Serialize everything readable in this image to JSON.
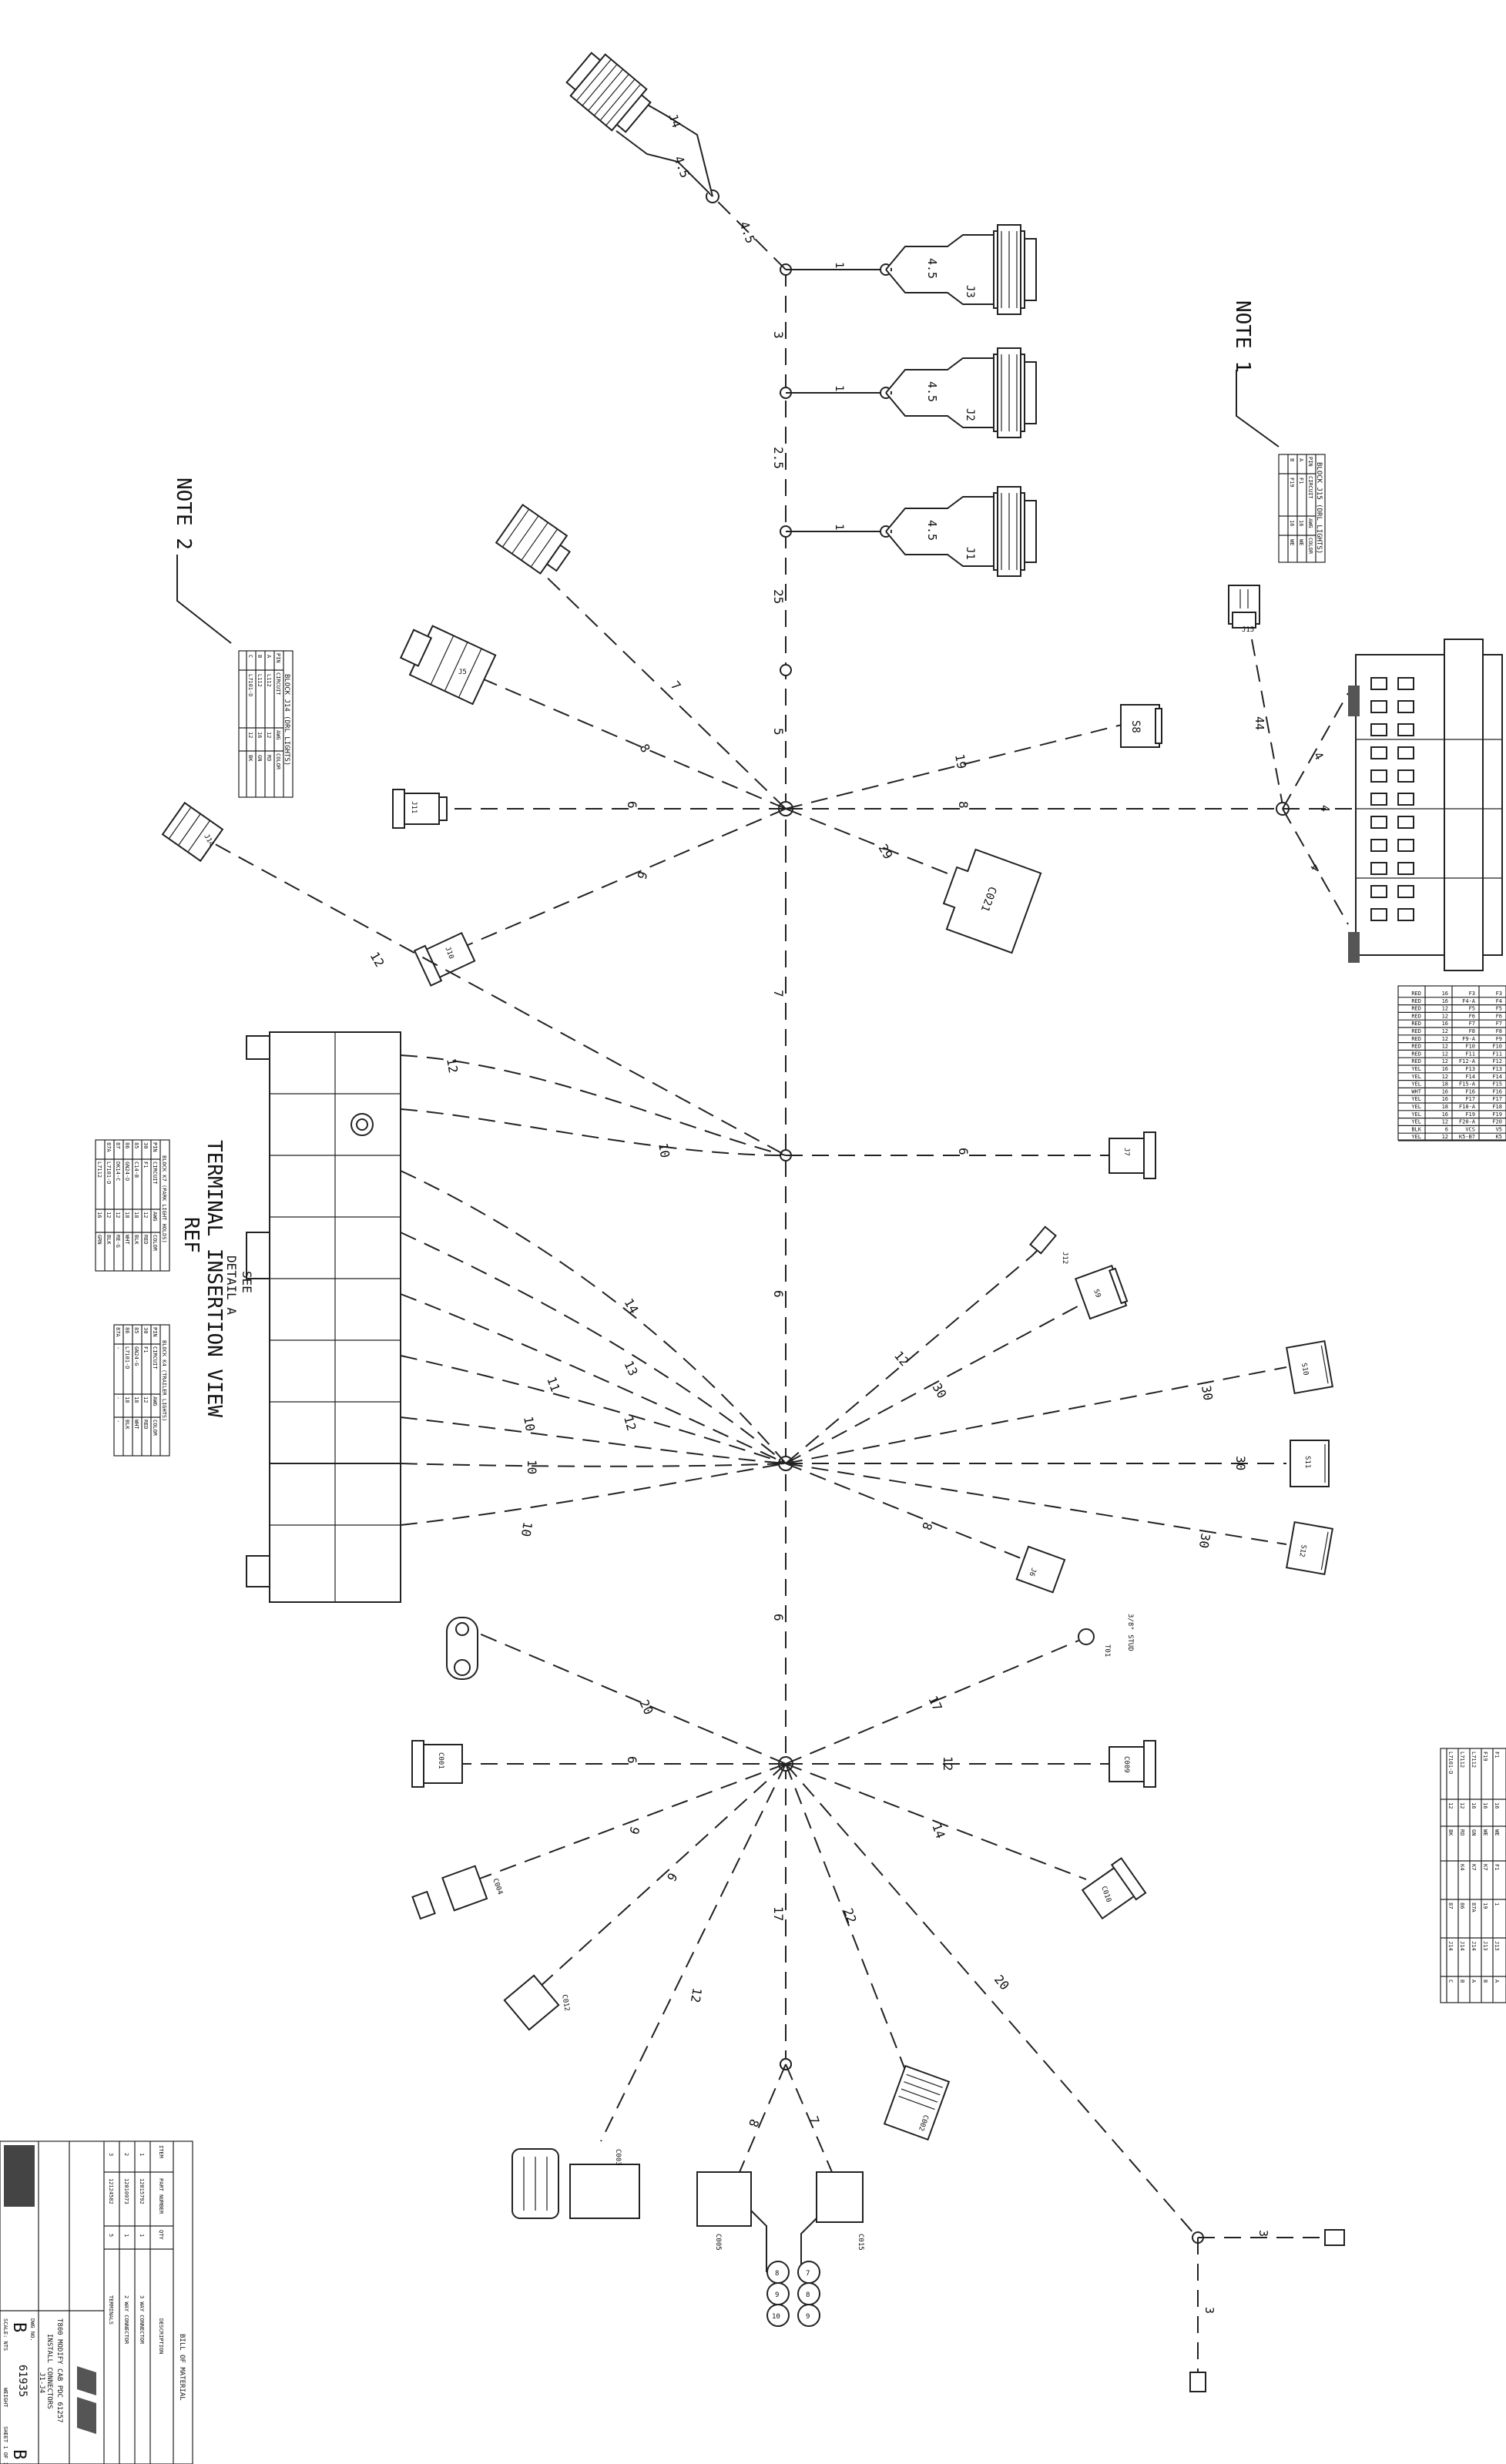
{
  "notes": {
    "note1": "NOTE 1",
    "note2": "NOTE 2"
  },
  "view_title": {
    "line1": "TERMINAL INSERTION VIEW",
    "line2": "REF",
    "detail1": "SEE",
    "detail2": "DETAIL A"
  },
  "connectors": {
    "j1": "J1",
    "j2": "J2",
    "j3": "J3",
    "j4": "J4",
    "j5": "J5",
    "j6": "J6",
    "j7": "J7",
    "j10": "J10",
    "j11": "J11",
    "j12": "J12",
    "j14": "J14",
    "j15": "J15",
    "s8": "S8",
    "s9": "S9",
    "s10": "S10",
    "s11": "S11",
    "s12": "S12",
    "c001": "C001",
    "c002": "C002",
    "c003": "C003",
    "c004": "C004",
    "c005": "C005",
    "c009": "C009",
    "c010": "C010",
    "c012": "C012",
    "c015": "C015",
    "c021": "C021",
    "t01": "T01",
    "stud": "3/8\" STUD"
  },
  "wire_lengths": {
    "w_j4": "4.5",
    "w_j4b": "4.5",
    "w_j3": "4.5",
    "w_j2": "4.5",
    "w_j1": "4.5",
    "w_seg_3": "3",
    "w_seg_25a": "2.5",
    "w_seg_25b": "25",
    "w_seg_5": "5",
    "w_seg_7": "7",
    "w_seg_6a": "6",
    "w_seg_6b": "6",
    "w_seg_17": "17",
    "w_j3_1": "1",
    "w_j2_1": "1",
    "w_j1_1": "1",
    "w_j5": "8",
    "w_j14": "7",
    "w_j11": "6",
    "w_j10": "6",
    "w_s8": "19",
    "w_j15": "8",
    "w_c021": "29",
    "w_j15_44": "44",
    "w_pdc1": "4",
    "w_pdc2": "4",
    "w_pdc3": "4",
    "w_j7": "6",
    "w_blk1": "12",
    "w_blk2": "10",
    "w_blk3": "12",
    "w_j12": "12",
    "w_s9": "30",
    "w_s10": "30",
    "w_s11": "30",
    "w_s12": "30",
    "w_j6": "8",
    "w_t1": "14",
    "w_t2": "13",
    "w_t3": "11",
    "w_t4": "12",
    "w_t5": "10",
    "w_t6": "10",
    "w_t7": "10",
    "w_t01": "17",
    "w_gnd": "20",
    "w_c001": "6",
    "w_c009": "12",
    "w_c004": "9",
    "w_c010": "14",
    "w_c012": "6",
    "w_c003": "12",
    "w_c002": "22",
    "w_bot": "20",
    "w_c005": "8",
    "w_c015": "7",
    "w_pig1": "3",
    "w_pig2": "3"
  },
  "circle_labels": {
    "c005": [
      "8",
      "9",
      "10"
    ],
    "c015": [
      "7",
      "8",
      "9"
    ]
  },
  "table_j15": {
    "title": "BLOCK J15 (DRL LIGHTS)",
    "headers": [
      "PIN",
      "CIRCUIT",
      "AWG",
      "COLOR"
    ],
    "rows": [
      [
        "A",
        "F1",
        "16",
        "WE"
      ],
      [
        "B",
        "F19",
        "16",
        "WE"
      ]
    ]
  },
  "table_j14": {
    "title": "BLOCK J14 (DRL LIGHTS)",
    "headers": [
      "PIN",
      "CIRCUIT",
      "AWG",
      "COLOR"
    ],
    "rows": [
      [
        "A",
        "L112",
        "12",
        "RD"
      ],
      [
        "B",
        "L112",
        "16",
        "GN"
      ],
      [
        "C",
        "L7101-D",
        "12",
        "BK"
      ]
    ]
  },
  "table_k7": {
    "title": "BLOCK K7 (PARK LIGHT HOLDS)",
    "headers": [
      "PIN",
      "CIRCUIT",
      "AWG",
      "COLOR"
    ],
    "rows": [
      [
        "30",
        "F1",
        "12",
        "RED"
      ],
      [
        "85",
        "C14-B",
        "18",
        "BLK"
      ],
      [
        "86",
        "GN24-D",
        "18",
        "WHT"
      ],
      [
        "87",
        "DK14-C",
        "12",
        "RE-G"
      ],
      [
        "87A",
        "L7101-D",
        "12",
        "BLK"
      ],
      [
        "",
        "L7112",
        "16",
        "GRN"
      ]
    ]
  },
  "table_k4": {
    "title": "BLOCK K4 (TRAILER LIGHTS)",
    "headers": [
      "PIN",
      "CIRCUIT",
      "AWG",
      "COLOR"
    ],
    "rows": [
      [
        "30",
        "F1",
        "12",
        "RED"
      ],
      [
        "85",
        "GN24-G",
        "18",
        "WHT"
      ],
      [
        "86",
        "L7101-D",
        "18",
        "BLK"
      ],
      [
        "87A",
        "-",
        "-",
        "-"
      ]
    ]
  },
  "table_fuse": {
    "rows": [
      [
        "F3",
        "F3",
        "16",
        "RED"
      ],
      [
        "F4",
        "F4-A",
        "16",
        "RED"
      ],
      [
        "F5",
        "F5",
        "12",
        "RED"
      ],
      [
        "F6",
        "F6",
        "12",
        "RED"
      ],
      [
        "F7",
        "F7",
        "16",
        "RED"
      ],
      [
        "F8",
        "F8",
        "12",
        "RED"
      ],
      [
        "F9",
        "F9-A",
        "12",
        "RED"
      ],
      [
        "F10",
        "F10",
        "12",
        "RED"
      ],
      [
        "F11",
        "F11",
        "12",
        "RED"
      ],
      [
        "F12",
        "F12-A",
        "12",
        "RED"
      ],
      [
        "F13",
        "F13",
        "16",
        "YEL"
      ],
      [
        "F14",
        "F14",
        "12",
        "YEL"
      ],
      [
        "F15",
        "F15-A",
        "18",
        "YEL"
      ],
      [
        "F16",
        "F16",
        "16",
        "WHT"
      ],
      [
        "F17",
        "F17",
        "16",
        "YEL"
      ],
      [
        "F18",
        "F18-A",
        "18",
        "YEL"
      ],
      [
        "F19",
        "F19",
        "16",
        "YEL"
      ],
      [
        "F20",
        "F20-A",
        "12",
        "YEL"
      ],
      [
        "V5",
        "VCS",
        "6",
        "BLK"
      ],
      [
        "K5",
        "K5-B7",
        "12",
        "YEL"
      ]
    ]
  },
  "table_right": {
    "rows": [
      [
        "F1",
        "16",
        "WE",
        "F1",
        "1",
        "J13",
        "A"
      ],
      [
        "F19",
        "16",
        "WE",
        "K7",
        "19",
        "J13",
        "B"
      ],
      [
        "L7112",
        "16",
        "GN",
        "K7",
        "87A",
        "J14",
        "A"
      ],
      [
        "L7112",
        "12",
        "RD",
        "K4",
        "86",
        "J14",
        "B"
      ],
      [
        "L7101-D",
        "12",
        "BK",
        "",
        "87",
        "J14",
        "C"
      ]
    ]
  },
  "bom": {
    "title": "BILL OF MATERIAL",
    "headers": [
      "ITEM",
      "PART NUMBER",
      "QTY",
      "DESCRIPTION"
    ],
    "rows": [
      [
        "1",
        "12015792",
        "1",
        "3 WAY CONNECTOR"
      ],
      [
        "2",
        "12010973",
        "1",
        "2 WAY CONNECTOR"
      ],
      [
        "3",
        "12124582",
        "5",
        "TERMINALS"
      ]
    ]
  },
  "title_block": {
    "title": "T800 MODIFY CAB PDC 61257",
    "subtitle": "INSTALL CONNECTORS",
    "job": "J1-J4",
    "dwg_label": "DWG NO.",
    "dwg_no": "61935",
    "size": "B",
    "rev": "B",
    "scale": "SCALE: NTS",
    "weight": "WEIGHT",
    "sheet": "SHEET 1 OF 1"
  }
}
